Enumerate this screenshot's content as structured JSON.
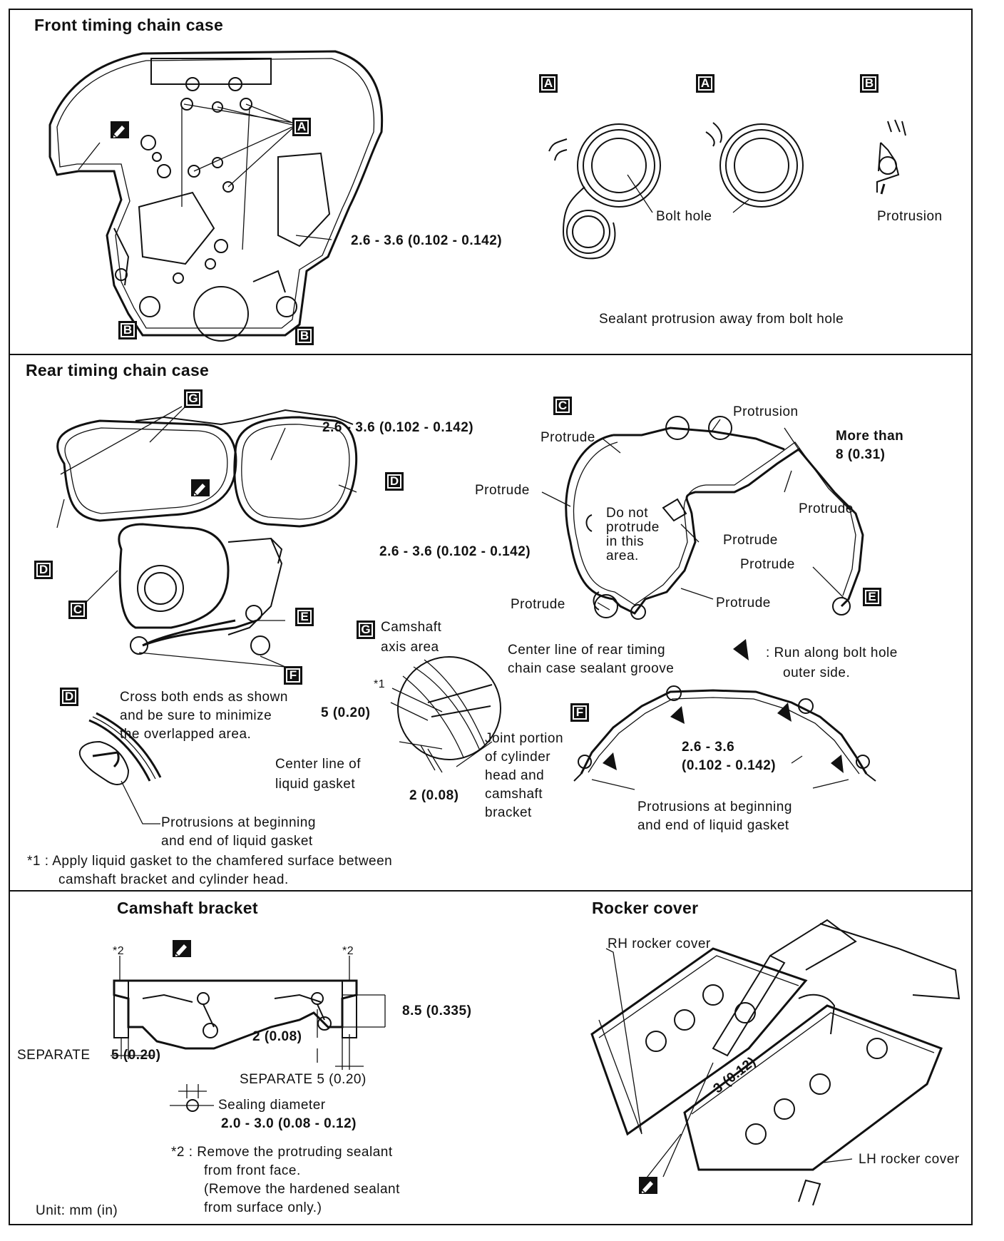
{
  "sections": {
    "front": {
      "title": "Front timing chain case",
      "callout_a": "A",
      "callout_b": "B",
      "bead": "2.6 - 3.6 (0.102 - 0.142)",
      "detail_a": "A",
      "detail_b": "B",
      "bolt_hole": "Bolt hole",
      "protrusion": "Protrusion",
      "note": "Sealant protrusion away from bolt hole"
    },
    "rear": {
      "title": "Rear timing chain case",
      "bead": "2.6 - 3.6 (0.102 - 0.142)",
      "c": "C",
      "d": "D",
      "e": "E",
      "f": "F",
      "g": "G",
      "detail_c": {
        "protrusion": "Protrusion",
        "protrude": "Protrude",
        "more_than_1": "More than",
        "more_than_2": "8 (0.31)",
        "do_not_1": "Do not",
        "do_not_2": "protrude",
        "do_not_3": "in this",
        "do_not_4": "area.",
        "bead": "2.6 - 3.6 (0.102 - 0.142)"
      },
      "detail_g": {
        "title_1": "Camshaft",
        "title_2": "axis area",
        "ref": "*1",
        "dim_5": "5 (0.20)",
        "center_rear_1": "Center line of rear timing",
        "center_rear_2": "chain case sealant groove",
        "joint_1": "Joint portion",
        "joint_2": "of cylinder",
        "joint_3": "head and",
        "joint_4": "camshaft",
        "joint_5": "bracket",
        "center_liq_1": "Center line of",
        "center_liq_2": "liquid gasket",
        "dim_2": "2 (0.08)"
      },
      "detail_d": {
        "text_1": "Cross both ends as shown",
        "text_2": "and be sure to minimize",
        "text_3": "the overlapped area.",
        "prot_1": "Protrusions at beginning",
        "prot_2": "and end of liquid gasket"
      },
      "arrow_legend_1": ": Run along bolt hole",
      "arrow_legend_2": "outer side.",
      "detail_f": {
        "bead_1": "2.6 - 3.6",
        "bead_2": "(0.102 - 0.142)",
        "prot_1": "Protrusions at beginning",
        "prot_2": "and end of liquid gasket"
      },
      "footnote_1": "*1 : Apply liquid gasket to the chamfered surface between",
      "footnote_2": "camshaft bracket and cylinder head."
    },
    "camshaft": {
      "title": "Camshaft bracket",
      "ref2": "*2",
      "dim_85": "8.5 (0.335)",
      "dim_2": "2 (0.08)",
      "separate": "SEPARATE",
      "dim_5": "5 (0.20)",
      "separate2": "SEPARATE 5 (0.20)",
      "sealing_1": "Sealing diameter",
      "sealing_2": "2.0 - 3.0 (0.08 - 0.12)",
      "note_1": "*2 : Remove the protruding sealant",
      "note_2": "from front face.",
      "note_3": "(Remove the hardened sealant",
      "note_4": "from surface only.)",
      "unit": "Unit: mm (in)"
    },
    "rocker": {
      "title": "Rocker cover",
      "rh": "RH rocker cover",
      "lh": "LH rocker cover",
      "dim": "3 (0.12)"
    }
  }
}
